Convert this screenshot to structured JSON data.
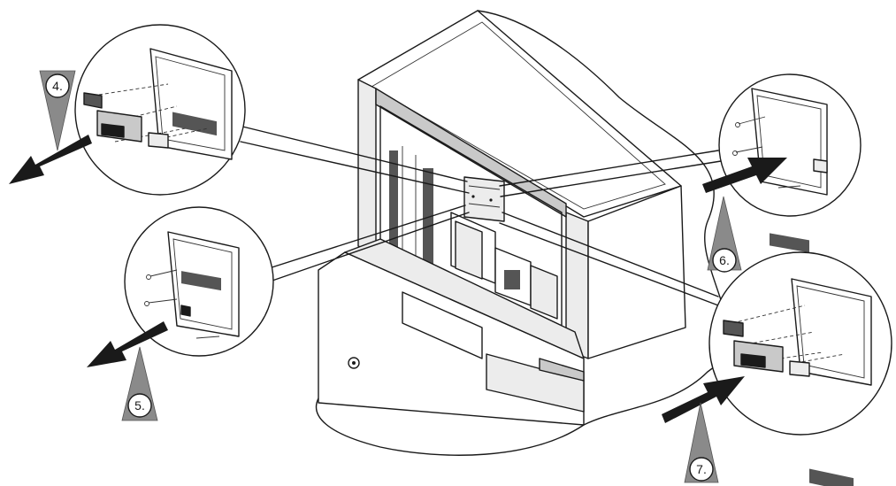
{
  "steps": [
    {
      "id": "step-4",
      "label": "4."
    },
    {
      "id": "step-5",
      "label": "5."
    },
    {
      "id": "step-6",
      "label": "6."
    },
    {
      "id": "step-7",
      "label": "7."
    }
  ]
}
